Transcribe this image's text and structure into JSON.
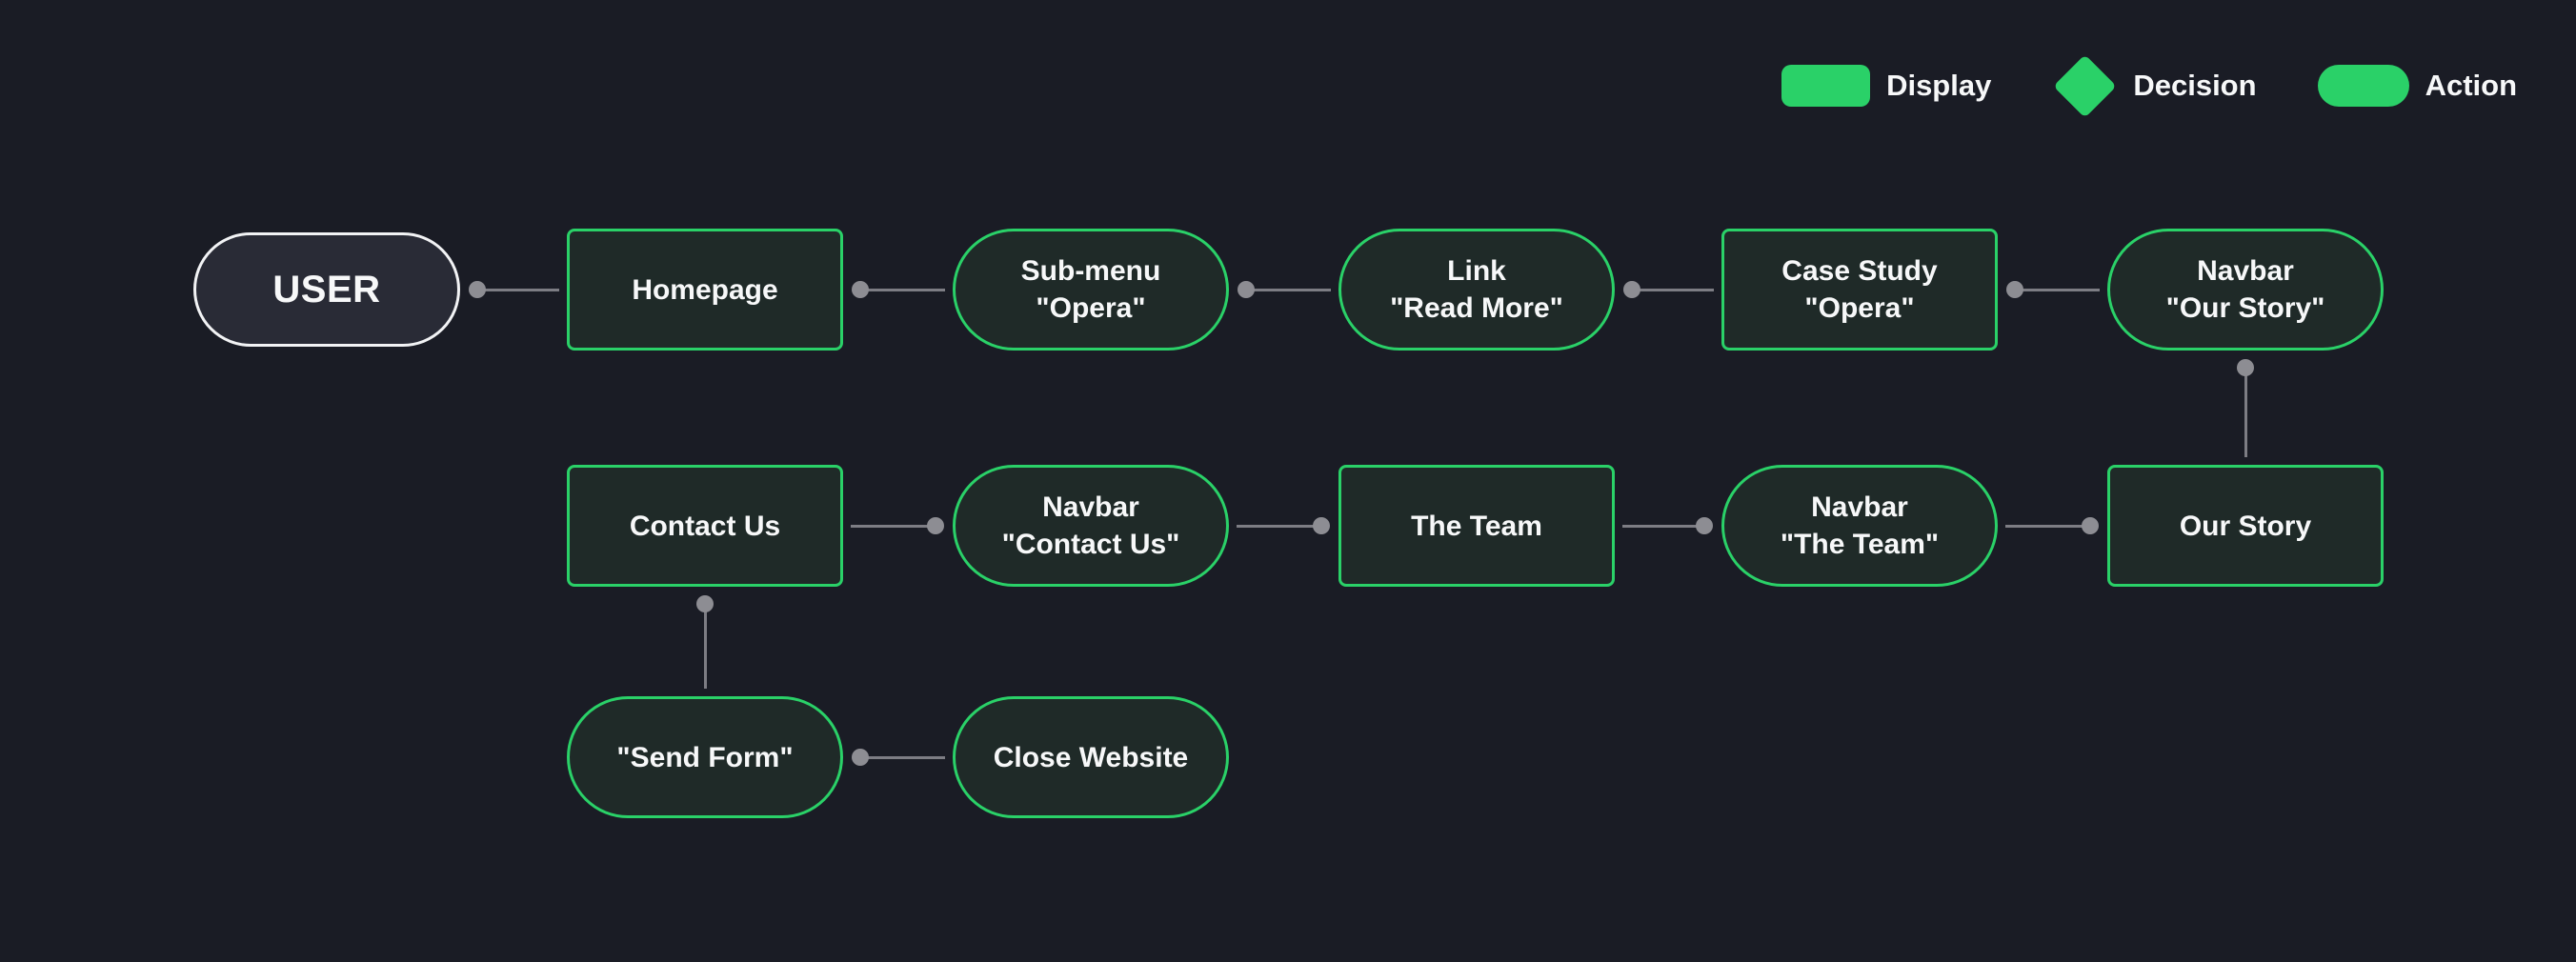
{
  "legend": {
    "items": [
      {
        "label": "Display",
        "shape": "rect"
      },
      {
        "label": "Decision",
        "shape": "diamond"
      },
      {
        "label": "Action",
        "shape": "pill"
      }
    ]
  },
  "colors": {
    "background": "#1a1c25",
    "accent": "#2ad168",
    "node_fill": "#1f2a28",
    "user_fill": "#292b36",
    "user_border": "#f2f3f5",
    "connector": "#7d7d84",
    "dot": "#8d8d93",
    "text": "#f7f8f9"
  },
  "diagram": {
    "nodes": [
      {
        "id": "user",
        "type": "user",
        "col": 0,
        "row": 0,
        "lines": [
          "USER"
        ]
      },
      {
        "id": "homepage",
        "type": "display",
        "col": 1,
        "row": 0,
        "lines": [
          "Homepage"
        ]
      },
      {
        "id": "submenu-opera",
        "type": "action",
        "col": 2,
        "row": 0,
        "lines": [
          "Sub-menu",
          "\"Opera\""
        ]
      },
      {
        "id": "link-read-more",
        "type": "action",
        "col": 3,
        "row": 0,
        "lines": [
          "Link",
          "\"Read More\""
        ]
      },
      {
        "id": "case-study-opera",
        "type": "display",
        "col": 4,
        "row": 0,
        "lines": [
          "Case Study",
          "\"Opera\""
        ]
      },
      {
        "id": "navbar-our-story",
        "type": "action",
        "col": 5,
        "row": 0,
        "lines": [
          "Navbar",
          "\"Our Story\""
        ]
      },
      {
        "id": "contact-us",
        "type": "display",
        "col": 1,
        "row": 1,
        "lines": [
          "Contact Us"
        ]
      },
      {
        "id": "navbar-contact-us",
        "type": "action",
        "col": 2,
        "row": 1,
        "lines": [
          "Navbar",
          "\"Contact Us\""
        ]
      },
      {
        "id": "the-team",
        "type": "display",
        "col": 3,
        "row": 1,
        "lines": [
          "The Team"
        ]
      },
      {
        "id": "navbar-the-team",
        "type": "action",
        "col": 4,
        "row": 1,
        "lines": [
          "Navbar",
          "\"The Team\""
        ]
      },
      {
        "id": "our-story",
        "type": "display",
        "col": 5,
        "row": 1,
        "lines": [
          "Our Story"
        ]
      },
      {
        "id": "send-form",
        "type": "action",
        "col": 1,
        "row": 2,
        "lines": [
          "\"Send Form\""
        ]
      },
      {
        "id": "close-website",
        "type": "action",
        "col": 2,
        "row": 2,
        "lines": [
          "Close Website"
        ]
      }
    ],
    "edges": [
      {
        "from": "user",
        "to": "homepage"
      },
      {
        "from": "homepage",
        "to": "submenu-opera"
      },
      {
        "from": "submenu-opera",
        "to": "link-read-more"
      },
      {
        "from": "link-read-more",
        "to": "case-study-opera"
      },
      {
        "from": "case-study-opera",
        "to": "navbar-our-story"
      },
      {
        "from": "navbar-our-story",
        "to": "our-story"
      },
      {
        "from": "our-story",
        "to": "navbar-the-team"
      },
      {
        "from": "navbar-the-team",
        "to": "the-team"
      },
      {
        "from": "the-team",
        "to": "navbar-contact-us"
      },
      {
        "from": "navbar-contact-us",
        "to": "contact-us"
      },
      {
        "from": "contact-us",
        "to": "send-form"
      },
      {
        "from": "send-form",
        "to": "close-website"
      }
    ]
  }
}
